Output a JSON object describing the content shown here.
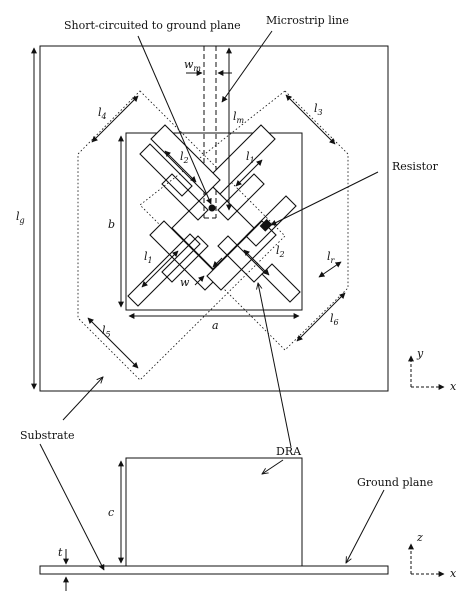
{
  "callouts": {
    "short": "Short-circuited to ground plane",
    "microstrip": "Microstrip line",
    "resistor": "Resistor",
    "substrate": "Substrate",
    "dra": "DRA",
    "ground_plane": "Ground plane"
  },
  "dims": {
    "wm": {
      "base": "w",
      "sub": "m"
    },
    "lm": {
      "base": "l",
      "sub": "m"
    },
    "lg": {
      "base": "l",
      "sub": "g"
    },
    "l4": {
      "base": "l",
      "sub": "4"
    },
    "l3": {
      "base": "l",
      "sub": "3"
    },
    "l2_top": {
      "base": "l",
      "sub": "2"
    },
    "l1_top": {
      "base": "l",
      "sub": "1"
    },
    "l1_bot": {
      "base": "l",
      "sub": "1"
    },
    "l2_bot": {
      "base": "l",
      "sub": "2"
    },
    "lr": {
      "base": "l",
      "sub": "r"
    },
    "l5": {
      "base": "l",
      "sub": "5"
    },
    "l6": {
      "base": "l",
      "sub": "6"
    },
    "b": "b",
    "a": "a",
    "w": "w",
    "c": "c",
    "t": "t"
  },
  "axes_top": {
    "y": "y",
    "x": "x"
  },
  "axes_side": {
    "z": "z",
    "x": "x"
  },
  "colors": {
    "stroke": "#111111",
    "background": "#ffffff"
  }
}
